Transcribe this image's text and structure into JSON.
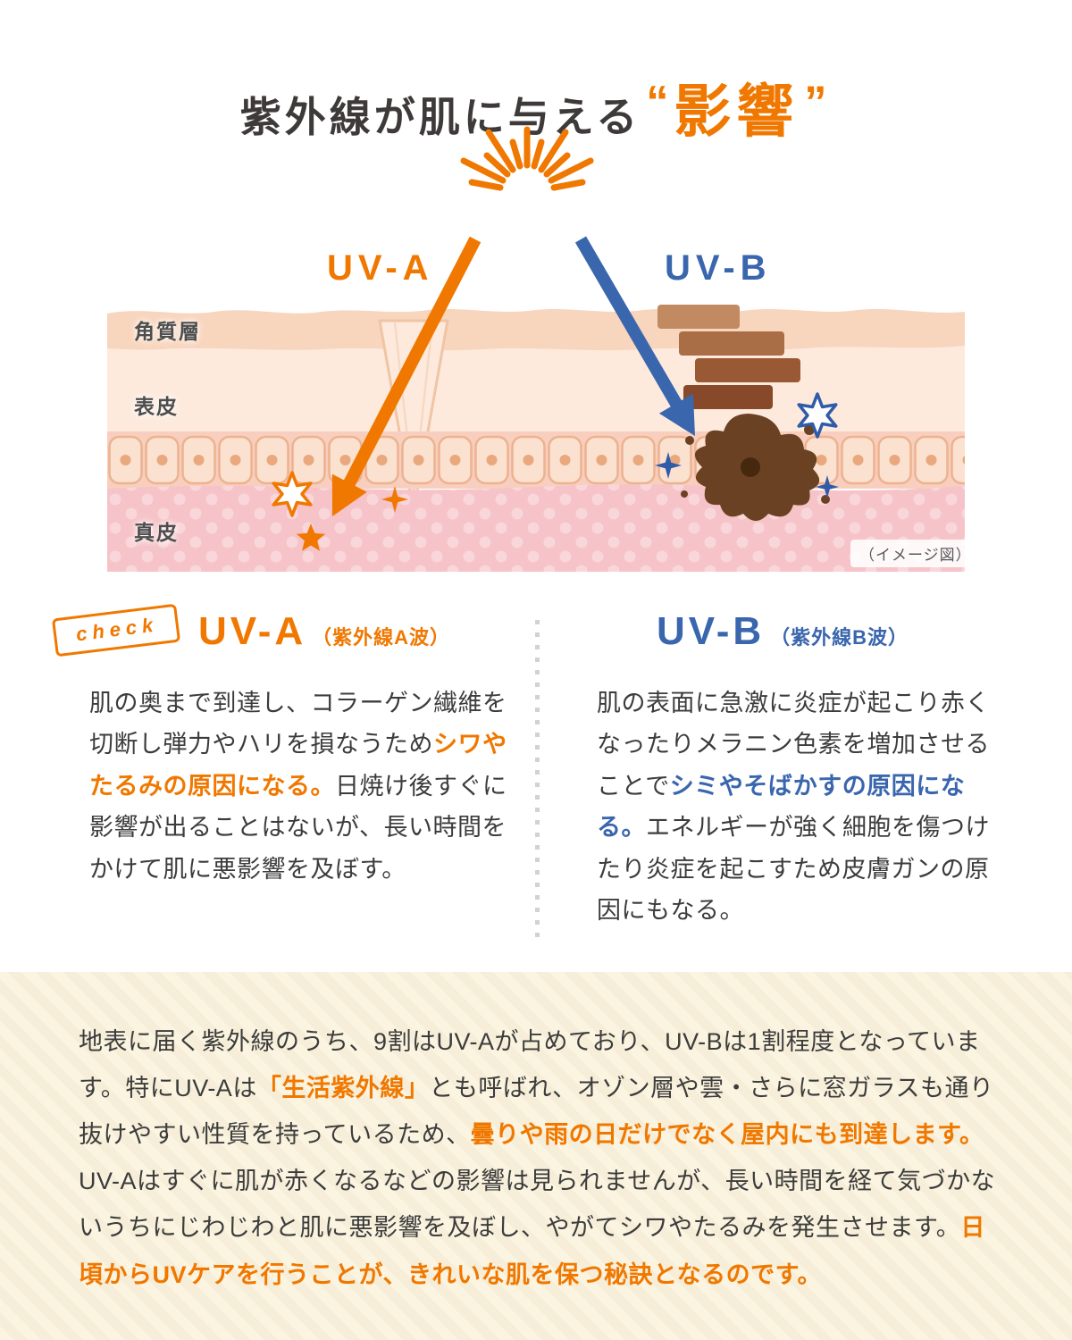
{
  "title": {
    "main": "紫外線が肌に与える",
    "quote_open": "“",
    "emphasis": "影響",
    "quote_close": "”"
  },
  "uv_labels": {
    "uva": "UV-A",
    "uvb": "UV-B"
  },
  "skin_diagram": {
    "layer_labels": {
      "stratum_corneum": "角質層",
      "epidermis": "表皮",
      "dermis": "真皮"
    },
    "image_note": "（イメージ図）"
  },
  "check_badge": {
    "label": "check"
  },
  "uva_section": {
    "heading": "UV-A",
    "heading_sub": "（紫外線A波）",
    "body": [
      {
        "text": "肌の奥まで到達し、コラーゲン繊維を切断し弾力やハリを損なうため"
      },
      {
        "text": "シワやたるみの原因になる。"
      },
      {
        "text": "日焼け後すぐに影響が出ることはないが、長い時間をかけて肌に悪影響を及ぼす。"
      }
    ]
  },
  "uvb_section": {
    "heading": "UV-B",
    "heading_sub": "（紫外線B波）",
    "body": [
      {
        "text": "肌の表面に急激に炎症が起こり赤くなったりメラニン色素を増加させることで"
      },
      {
        "text": "シミやそばかすの原因になる。"
      },
      {
        "text": "エネルギーが強く細胞を傷つけたり炎症を起こすため皮膚ガンの原因にもなる。"
      }
    ]
  },
  "footer": {
    "body": [
      {
        "text": "地表に届く紫外線のうち、9割はUV-Aが占めており、UV-Bは1割程度となっています。特にUV-Aは"
      },
      {
        "text": "「生活紫外線」"
      },
      {
        "text": "とも呼ばれ、オゾン層や雲・さらに窓ガラスも通り抜けやすい性質を持っているため、"
      },
      {
        "text": "曇りや雨の日だけでなく屋内にも到達します。"
      },
      {
        "text": "UV-Aはすぐに肌が赤くなるなどの影響は見られませんが、長い時間を経て気づかないうちにじわじわと肌に悪影響を及ぼし、やがてシワやたるみを発生させます。"
      },
      {
        "text": "日頃からUVケアを行うことが、きれいな肌を保つ秘訣となるのです。"
      }
    ]
  },
  "colors": {
    "orange": "#f07800",
    "blue": "#3a66ae",
    "text_dark": "#3c3c3c",
    "stripe_light": "#fbf4e1",
    "stripe_dark": "#f6eed8"
  }
}
